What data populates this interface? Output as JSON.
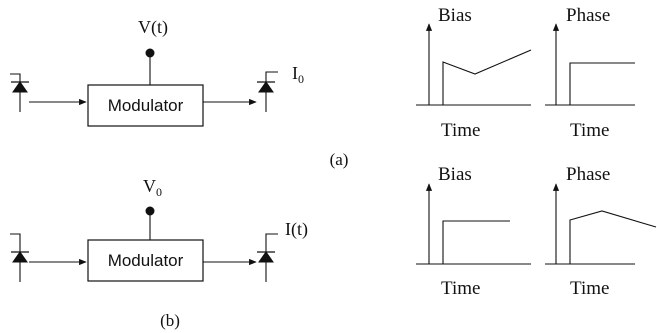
{
  "part_a": {
    "label": "(a)",
    "input_signal": "V(t)",
    "output_signal": {
      "base": "I",
      "sub": "0"
    },
    "modulator_label": "Modulator",
    "graphs": [
      {
        "title": "Bias",
        "xlabel": "Time"
      },
      {
        "title": "Phase",
        "xlabel": "Time"
      }
    ]
  },
  "part_b": {
    "label": "(b)",
    "input_signal": {
      "base": "V",
      "sub": "0"
    },
    "output_signal": "I(t)",
    "modulator_label": "Modulator",
    "graphs": [
      {
        "title": "Bias",
        "xlabel": "Time"
      },
      {
        "title": "Phase",
        "xlabel": "Time"
      }
    ]
  }
}
